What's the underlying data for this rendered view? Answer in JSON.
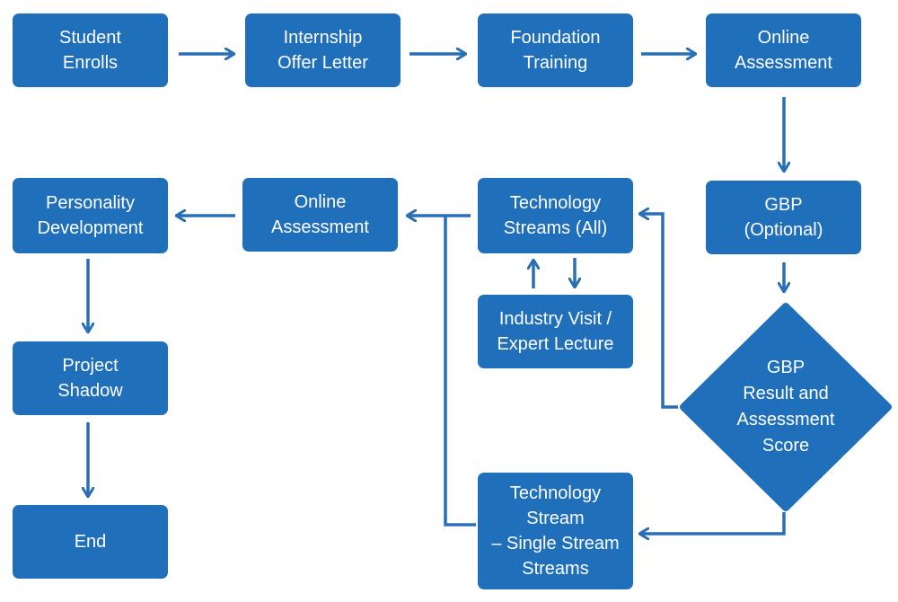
{
  "diagram": {
    "colors": {
      "box": "#1f6fbb",
      "arrow": "#2a6fb5",
      "text": "#ffffff"
    },
    "nodes": {
      "student_enrolls": "Student\nEnrolls",
      "internship_offer_letter": "Internship\nOffer Letter",
      "foundation_training": "Foundation\nTraining",
      "online_assessment_1": "Online\nAssessment",
      "gbp_optional": "GBP\n(Optional)",
      "gbp_result": "GBP\nResult and\nAssessment\nScore",
      "technology_streams_all": "Technology\nStreams (All)",
      "industry_visit": "Industry Visit /\nExpert Lecture",
      "technology_stream_single": "Technology\nStream\n– Single Stream\nStreams",
      "online_assessment_2": "Online\nAssessment",
      "personality_development": "Personality\nDevelopment",
      "project_shadow": "Project\nShadow",
      "end": "End"
    }
  }
}
